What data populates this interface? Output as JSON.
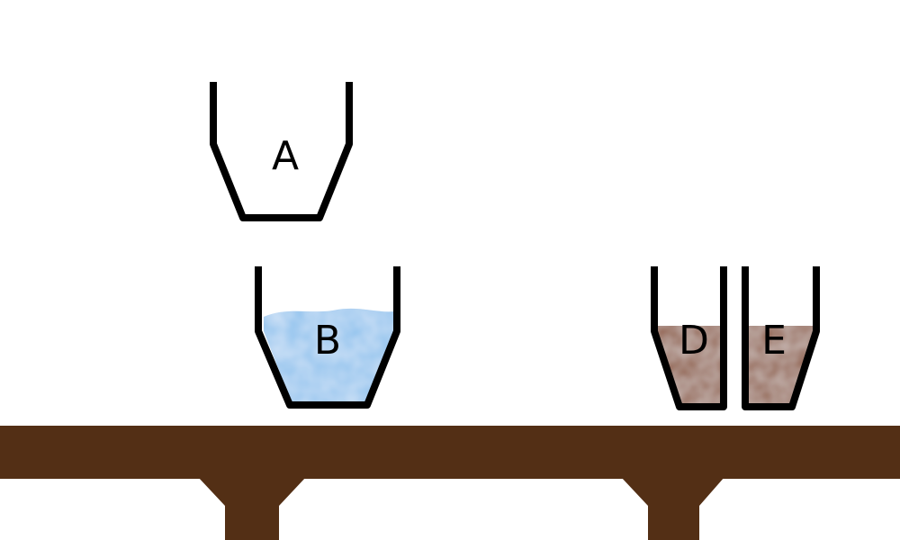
{
  "containers": [
    {
      "id": "A",
      "label": "A",
      "contents": "empty"
    },
    {
      "id": "B",
      "label": "B",
      "contents": "water"
    },
    {
      "id": "D",
      "label": "D",
      "contents": "soil"
    },
    {
      "id": "E",
      "label": "E",
      "contents": "soil"
    }
  ],
  "colors": {
    "background": "#ffffff",
    "outline": "#000000",
    "table": "#532f15",
    "water": "#8fc2ee",
    "soil": "#8a5130"
  }
}
